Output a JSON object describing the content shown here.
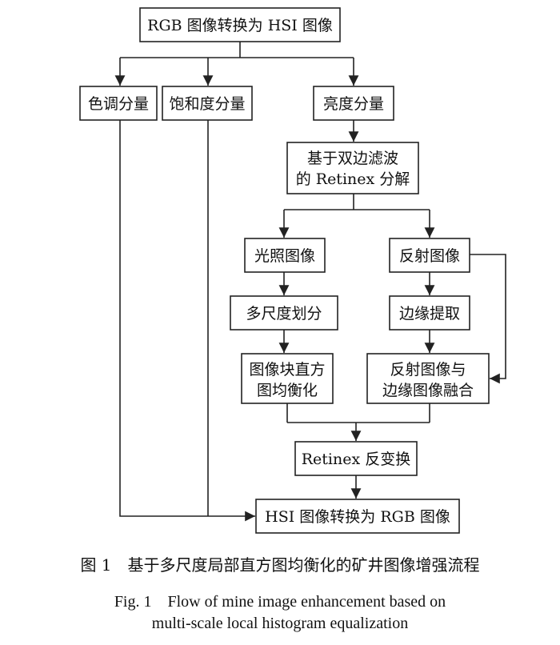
{
  "nodes": {
    "rgb_to_hsi": "RGB 图像转换为 HSI 图像",
    "hue": "色调分量",
    "saturation": "饱和度分量",
    "intensity": "亮度分量",
    "decompose_line1": "基于双边滤波",
    "decompose_line2": "的 Retinex 分解",
    "illumination": "光照图像",
    "reflection": "反射图像",
    "multiscale": "多尺度划分",
    "edge_extract": "边缘提取",
    "block_eq_line1": "图像块直方",
    "block_eq_line2": "图均衡化",
    "fusion_line1": "反射图像与",
    "fusion_line2": "边缘图像融合",
    "inverse": "Retinex 反变换",
    "hsi_to_rgb": "HSI 图像转换为 RGB 图像"
  },
  "caption": {
    "zh": "图 1　基于多尺度局部直方图均衡化的矿井图像增强流程",
    "en_line1": "Fig. 1　Flow of mine image enhancement based on",
    "en_line2": "multi-scale local histogram equalization"
  }
}
